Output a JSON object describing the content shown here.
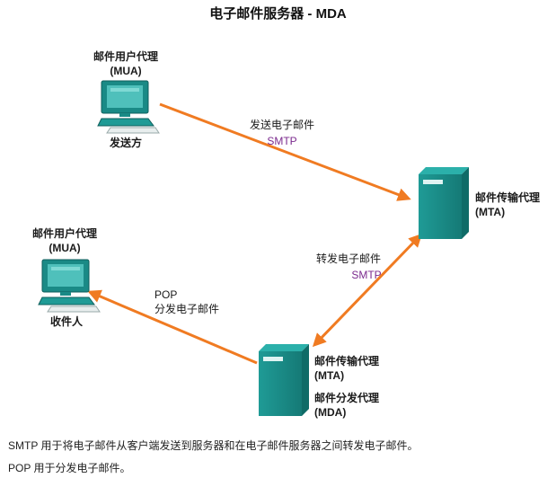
{
  "title": "电子邮件服务器 - MDA",
  "sender": {
    "role": "邮件用户代理",
    "abbr": "(MUA)",
    "name": "发送方"
  },
  "receiver": {
    "role": "邮件用户代理",
    "abbr": "(MUA)",
    "name": "收件人"
  },
  "mta_server": {
    "role": "邮件传输代理",
    "abbr": "(MTA)"
  },
  "mda_server": {
    "role1": "邮件传输代理",
    "abbr1": "(MTA)",
    "role2": "邮件分发代理",
    "abbr2": "(MDA)"
  },
  "arrows": {
    "send": {
      "label": "发送电子邮件",
      "protocol": "SMTP"
    },
    "forward": {
      "label": "转发电子邮件",
      "protocol": "SMTP"
    },
    "deliver": {
      "protocol": "POP",
      "label": "分发电子邮件"
    }
  },
  "notes": [
    "SMTP 用于将电子邮件从客户端发送到服务器和在电子邮件服务器之间转发电子邮件。",
    "POP 用于分发电子邮件。"
  ],
  "colors": {
    "arrow": "#f07b22",
    "device": "#1a8a86",
    "protocol": "#7b2a8e"
  }
}
